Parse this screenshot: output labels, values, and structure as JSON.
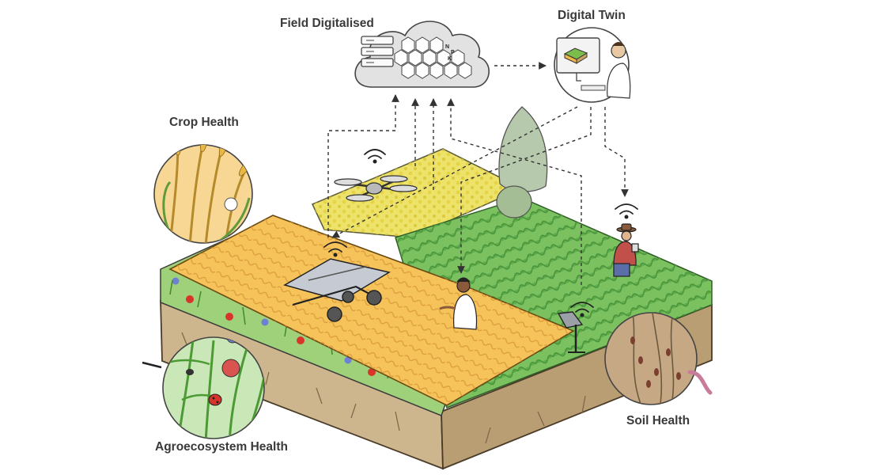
{
  "labels": {
    "field_digitalised": "Field Digitalised",
    "digital_twin": "Digital Twin",
    "crop_health": "Crop Health",
    "soil_health": "Soil Health",
    "agroecosystem_health": "Agroecosystem Health"
  },
  "cloud_nutrients": [
    "N",
    "P",
    "K"
  ],
  "colors": {
    "wheat_field": "#f6c35a",
    "canola_field": "#eee36a",
    "vegetable_field": "#7bc160",
    "soil": "#c7b08a",
    "field_margin": "#9fd17a",
    "arrows": "#333333"
  },
  "icons": [
    "cloud-icon",
    "server-icon",
    "computer-icon",
    "drone-icon",
    "solar-robot-icon",
    "weather-station-icon",
    "wifi-icon",
    "tree-icon",
    "farmer-icon",
    "scientist-icon",
    "ladybug-icon",
    "earthworm-icon",
    "wheat-icon"
  ]
}
